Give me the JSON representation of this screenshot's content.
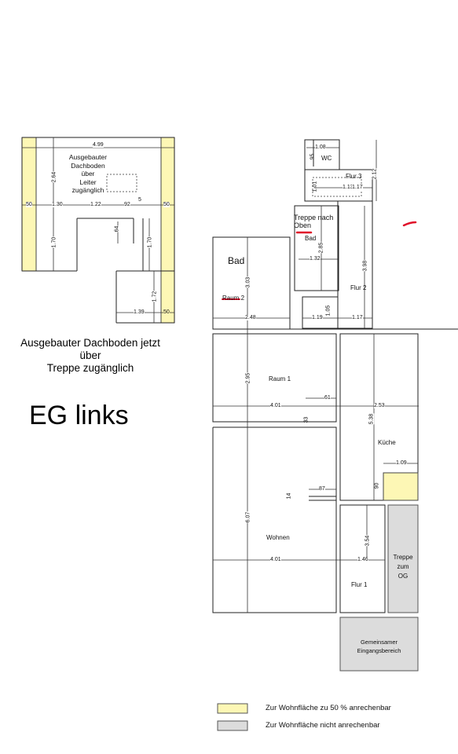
{
  "notes": {
    "attic_line1": "Ausgebauter Dachboden jetzt",
    "attic_line2": "über",
    "attic_line3": "Treppe zugänglich",
    "floor_label": "EG links"
  },
  "attic": {
    "label_lines": [
      "Ausgebauter",
      "Dachboden",
      "über",
      "Leiter",
      "zugänglich"
    ],
    "dims": {
      "total_width": "4.99",
      "left_strip": "50",
      "right_strip": "50",
      "w1": "1.30",
      "w2": "1.22",
      "w3": "92",
      "w4": "5",
      "h_top": "2.64",
      "h_mid_left": "1.70",
      "h_mid_right": "1.70",
      "h_64": "64",
      "h_172": "1.72",
      "w_139": "1.39",
      "w_50b": "50"
    }
  },
  "rooms": {
    "bad": "Bad",
    "raum2": "Raum 2",
    "wc": "WC",
    "flur3": "Flur 3",
    "bad_small": "Bad",
    "flur2": "Flur 2",
    "raum1": "Raum 1",
    "kueche": "Küche",
    "wohnen": "Wohnen",
    "flur1": "Flur 1",
    "treppe_og": [
      "Treppe",
      "zum",
      "OG"
    ],
    "eingang": [
      "Gemeinsamer",
      "Eingangsbereich"
    ]
  },
  "annotations": {
    "treppe_nach_oben": [
      "Treppe nach",
      "Oben"
    ]
  },
  "dims": {
    "d108": "1.08",
    "d95": "95",
    "d113": "1.13",
    "d117a": "1.17",
    "d212": "2.12",
    "d101": "1.01",
    "d285": "2.85",
    "d132": "1.32",
    "d398": "3.98",
    "d303": "3.03",
    "d248": "2.48",
    "d119": "1.19",
    "d105": "1.05",
    "d117b": "1.17",
    "d295": "2.95",
    "d401a": "4.01",
    "d61": "61",
    "d33": "33",
    "d538": "5.38",
    "d253": "2.53",
    "d109": "1.09",
    "d90": "90",
    "d87": "87",
    "d14": "14",
    "d607": "6.07",
    "d401b": "4.01",
    "d146": "1.46",
    "d354": "3.54"
  },
  "legend": [
    {
      "color": "#fdf7b5",
      "label": "Zur Wohnfläche zu 50 % anrechenbar"
    },
    {
      "color": "#dcdcdc",
      "label": "Zur Wohnfläche nicht anrechenbar"
    }
  ],
  "colors": {
    "half_area": "#fdf7b5",
    "excluded_area": "#dcdcdc",
    "red_mark": "#e0102a"
  }
}
